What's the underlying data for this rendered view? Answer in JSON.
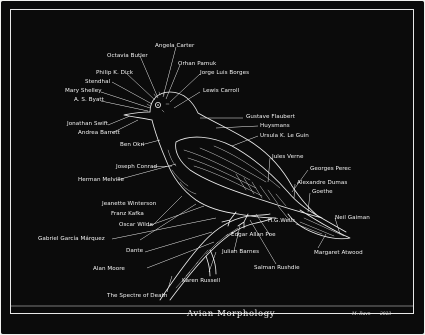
{
  "title": "Avian Morphology",
  "signature": "M. Ravn",
  "edition": "2023",
  "labels": {
    "angela_carter": "Angela Carter",
    "octavia_butler": "Octavia Butler",
    "orhan_pamuk": "Orhan Pamuk",
    "jorge_luis_borges": "Jorge Luis Borges",
    "philip_k_dick": "Philip K. Dick",
    "stendhal": "Stendhal",
    "mary_shelley": "Mary Shelley",
    "as_byatt": "A. S. Byatt",
    "lewis_carroll": "Lewis Carroll",
    "jonathan_swift": "Jonathan Swift",
    "andrea_barrett": "Andrea Barrett",
    "gustave_flaubert": "Gustave Flaubert",
    "huysmans": "Huysmans",
    "ursula_le_guin": "Ursula K. Le Guin",
    "ben_okri": "Ben Okri",
    "joseph_conrad": "Joseph Conrad",
    "jules_verne": "Jules Verne",
    "herman_melville": "Herman Melville",
    "georges_perec": "Georges Perec",
    "alexandre_dumas": "Alexandre Dumas",
    "goethe": "Goethe",
    "jeanette_winterson": "Jeanette Winterson",
    "franz_kafka": "Franz Kafka",
    "oscar_wilde": "Oscar Wilde",
    "neil_gaiman": "Neil Gaiman",
    "hg_wells": "H.G.Wells",
    "gabriel_garcia_marquez": "Gabriel García Márquez",
    "edgar_allan_poe": "Edgar Allan Poe",
    "dante": "Dante",
    "julian_barnes": "Julian Barnes",
    "margaret_atwood": "Margaret Atwood",
    "alan_moore": "Alan Moore",
    "salman_rushdie": "Salman Rushdie",
    "karen_russell": "Karen Russell",
    "spectre_of_death": "The Spectre of Death"
  }
}
